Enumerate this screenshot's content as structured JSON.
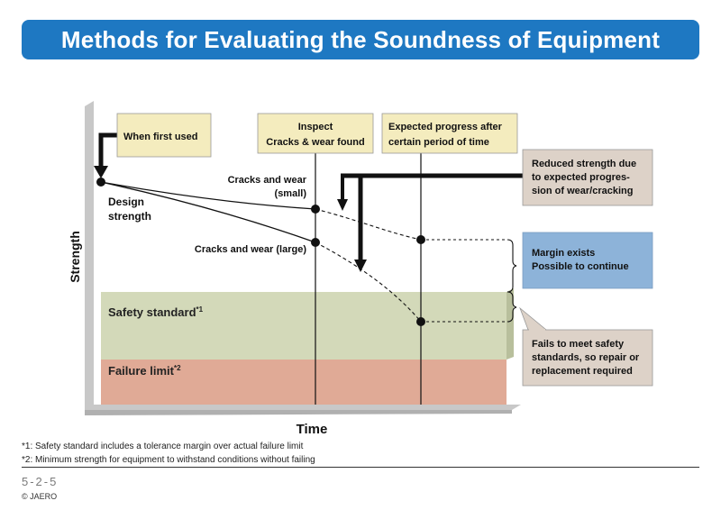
{
  "title": "Methods for Evaluating the Soundness of Equipment",
  "axes": {
    "y_label": "Strength",
    "x_label": "Time"
  },
  "bands": {
    "safety": "Safety standard",
    "safety_mark": "*1",
    "failure": "Failure limit",
    "failure_mark": "*2"
  },
  "callouts": {
    "first_used": "When first used",
    "inspect_line1": "Inspect",
    "inspect_line2": "Cracks & wear found",
    "expected_line1": "Expected progress after",
    "expected_line2": "certain period of time",
    "reduced_line1": "Reduced strength due",
    "reduced_line2": "to expected progres-",
    "reduced_line3": "sion of wear/cracking",
    "margin_line1": "Margin exists",
    "margin_line2": "Possible to continue",
    "fails_line1": "Fails to meet safety",
    "fails_line2": "standards, so repair or",
    "fails_line3": "replacement required"
  },
  "labels": {
    "design_line1": "Design",
    "design_line2": "strength",
    "small_line1": "Cracks and wear",
    "small_line2": "(small)",
    "large": "Cracks and wear (large)"
  },
  "footnotes": {
    "note1": "*1: Safety standard includes a tolerance margin over actual failure limit",
    "note2": "*2: Minimum strength for equipment to withstand conditions without failing"
  },
  "page_number": "5-2-5",
  "copyright": "© JAERO",
  "colors": {
    "title_bar": "#1e78c2",
    "safety_band": "#d3d9b9",
    "failure_band": "#e0aa96",
    "callout_yellow": "#f4ecbe",
    "callout_tan": "#ddd2c8",
    "callout_blue": "#8db3d9"
  }
}
